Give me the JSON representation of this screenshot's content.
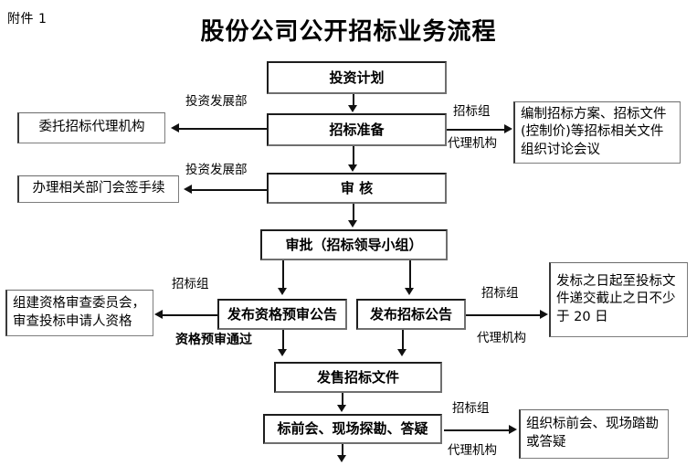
{
  "document": {
    "attachment_label": "附件 1",
    "title": "股份公司公开招标业务流程"
  },
  "flow": {
    "main_nodes": [
      {
        "id": "investment-plan",
        "label": "投资计划"
      },
      {
        "id": "bid-preparation",
        "label": "招标准备"
      },
      {
        "id": "review",
        "label": "审    核"
      },
      {
        "id": "approval",
        "label": "审批（招标领导小组）"
      },
      {
        "id": "prequalification-notice",
        "label": "发布资格预审公告"
      },
      {
        "id": "bid-announcement",
        "label": "发布招标公告"
      },
      {
        "id": "issue-bid-documents",
        "label": "发售招标文件"
      },
      {
        "id": "pre-bid-meeting",
        "label": "标前会、现场探勘、答疑"
      }
    ],
    "side_nodes": [
      {
        "id": "entrust-agency",
        "side": "left",
        "label": "委托招标代理机构"
      },
      {
        "id": "countersign",
        "side": "left",
        "label": "办理相关部门会签手续"
      },
      {
        "id": "qualification-committee",
        "side": "left",
        "lines": [
          "组建资格审查委员会，",
          "审查投标申请人资格"
        ]
      },
      {
        "id": "prepare-documents",
        "side": "right",
        "lines": [
          "编制招标方案、招标文件",
          "(控制价)等招标相关文件",
          "组织讨论会议"
        ]
      },
      {
        "id": "bid-period",
        "side": "right",
        "lines": [
          "发标之日起至投标文",
          "件递交截止之日不少",
          "于 20 日"
        ]
      },
      {
        "id": "organize-meeting",
        "side": "right",
        "lines": [
          "组织标前会、现场踏勘",
          "或答疑"
        ]
      }
    ],
    "edge_labels": [
      {
        "id": "edge-invest-dept-1",
        "text": "投资发展部"
      },
      {
        "id": "edge-invest-dept-2",
        "text": "投资发展部"
      },
      {
        "id": "edge-bid-group-1",
        "text": "招标组"
      },
      {
        "id": "edge-agency-1",
        "text": "代理机构"
      },
      {
        "id": "edge-bid-group-2",
        "text": "招标组"
      },
      {
        "id": "edge-bid-group-3",
        "text": "招标组"
      },
      {
        "id": "edge-agency-2",
        "text": "代理机构"
      },
      {
        "id": "edge-prequalified",
        "text": "资格预审通过"
      },
      {
        "id": "edge-bid-group-4",
        "text": "招标组"
      },
      {
        "id": "edge-agency-3",
        "text": "代理机构"
      }
    ],
    "colors": {
      "line": "#111111",
      "box_border": "#1d1d1d",
      "background": "#ffffff",
      "text": "#000000"
    }
  }
}
